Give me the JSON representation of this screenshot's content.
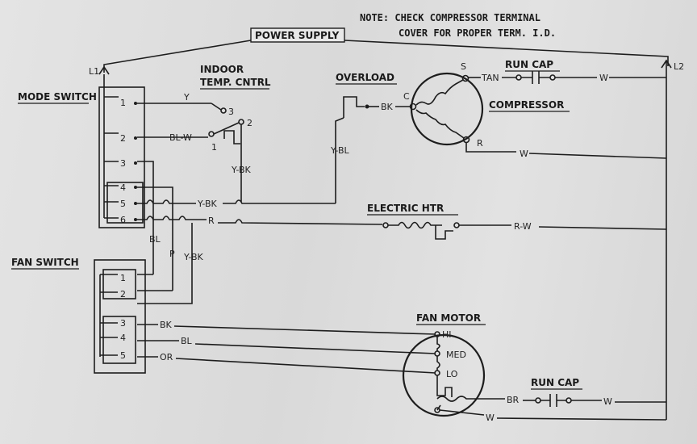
{
  "note": {
    "line1": "NOTE: CHECK COMPRESSOR TERMINAL",
    "line2": "COVER FOR PROPER TERM. I.D."
  },
  "power_supply": "POWER SUPPLY",
  "lines": {
    "l1": "L1",
    "l2": "L2"
  },
  "mode_switch": {
    "label": "MODE SWITCH",
    "terminals": [
      "1",
      "2",
      "3",
      "4",
      "5",
      "6"
    ]
  },
  "fan_switch": {
    "label": "FAN SWITCH",
    "terminals": [
      "1",
      "2",
      "3",
      "4",
      "5"
    ]
  },
  "thermostat": {
    "label_line1": "INDOOR",
    "label_line2": "TEMP. CNTRL",
    "terminals": [
      "3",
      "2",
      "1"
    ]
  },
  "overload": "OVERLOAD",
  "compressor": {
    "label": "COMPRESSOR",
    "terminals": {
      "s": "S",
      "c": "C",
      "r": "R"
    }
  },
  "run_cap_top": "RUN CAP",
  "run_cap_bottom": "RUN CAP",
  "electric_heater": "ELECTRIC HTR",
  "fan_motor": {
    "label": "FAN MOTOR",
    "taps": [
      "HI",
      "MED",
      "LO"
    ]
  },
  "wire_labels": {
    "y": "Y",
    "bl_w": "BL-W",
    "y_bk_thermo": "Y-BK",
    "y_bl": "Y-BL",
    "bk_overload": "BK",
    "tan": "TAN",
    "w_cap_top": "W",
    "w_comp_r": "W",
    "y_bk_mode5": "Y-BK",
    "r_mode6": "R",
    "r_w_heater": "R-W",
    "bl_vertical": "BL",
    "p_vertical": "P",
    "y_bk_vertical": "Y-BK",
    "bk_fan3": "BK",
    "bl_fan4": "BL",
    "or_fan5": "OR",
    "br": "BR",
    "w_cap_bottom": "W",
    "w_motor_bottom": "W"
  }
}
